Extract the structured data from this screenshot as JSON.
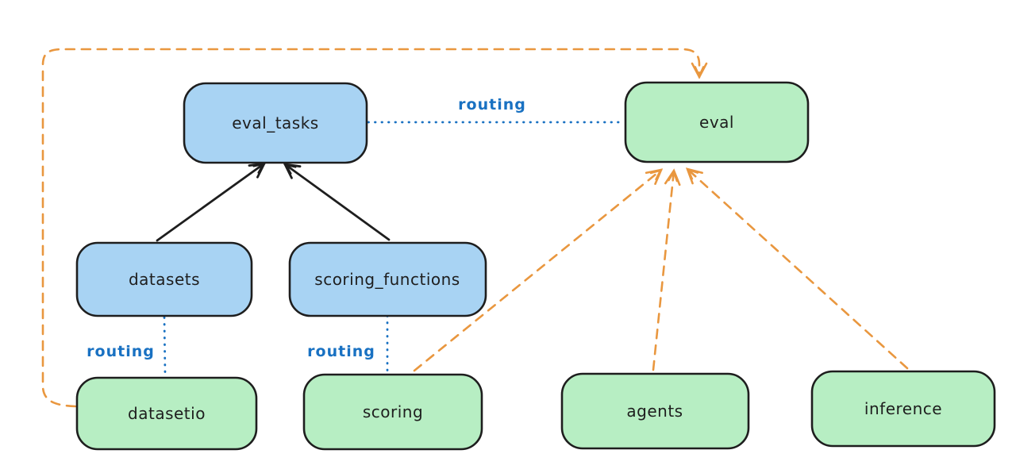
{
  "diagram": {
    "colors": {
      "background": "#ffffff",
      "blue_fill": "#a8d3f3",
      "green_fill": "#b7eec3",
      "stroke": "#1e1e1e",
      "routing_blue": "#1971c2",
      "orange": "#e9973f"
    },
    "nodes": {
      "eval_tasks": {
        "label": "eval_tasks",
        "fill": "#a8d3f3"
      },
      "eval": {
        "label": "eval",
        "fill": "#b7eec3"
      },
      "datasets": {
        "label": "datasets",
        "fill": "#a8d3f3"
      },
      "scoring_functions": {
        "label": "scoring_functions",
        "fill": "#a8d3f3"
      },
      "datasetio": {
        "label": "datasetio",
        "fill": "#b7eec3"
      },
      "scoring": {
        "label": "scoring",
        "fill": "#b7eec3"
      },
      "agents": {
        "label": "agents",
        "fill": "#b7eec3"
      },
      "inference": {
        "label": "inference",
        "fill": "#b7eec3"
      }
    },
    "edge_labels": {
      "eval_tasks_eval": "routing",
      "datasets_datasetio": "routing",
      "scoring_functions_scoring": "routing"
    },
    "edges": [
      {
        "from": "datasets",
        "to": "eval_tasks",
        "style": "solid",
        "color": "#1e1e1e",
        "arrow": true
      },
      {
        "from": "scoring_functions",
        "to": "eval_tasks",
        "style": "solid",
        "color": "#1e1e1e",
        "arrow": true
      },
      {
        "from": "eval_tasks",
        "to": "eval",
        "style": "dotted",
        "color": "#1971c2",
        "label": "routing",
        "arrow": false
      },
      {
        "from": "datasets",
        "to": "datasetio",
        "style": "dotted",
        "color": "#1971c2",
        "label": "routing",
        "arrow": false
      },
      {
        "from": "scoring_functions",
        "to": "scoring",
        "style": "dotted",
        "color": "#1971c2",
        "label": "routing",
        "arrow": false
      },
      {
        "from": "datasetio",
        "to": "eval",
        "style": "dashed",
        "color": "#e9973f",
        "arrow": true
      },
      {
        "from": "scoring",
        "to": "eval",
        "style": "dashed",
        "color": "#e9973f",
        "arrow": true
      },
      {
        "from": "agents",
        "to": "eval",
        "style": "dashed",
        "color": "#e9973f",
        "arrow": true
      },
      {
        "from": "inference",
        "to": "eval",
        "style": "dashed",
        "color": "#e9973f",
        "arrow": true
      }
    ]
  }
}
